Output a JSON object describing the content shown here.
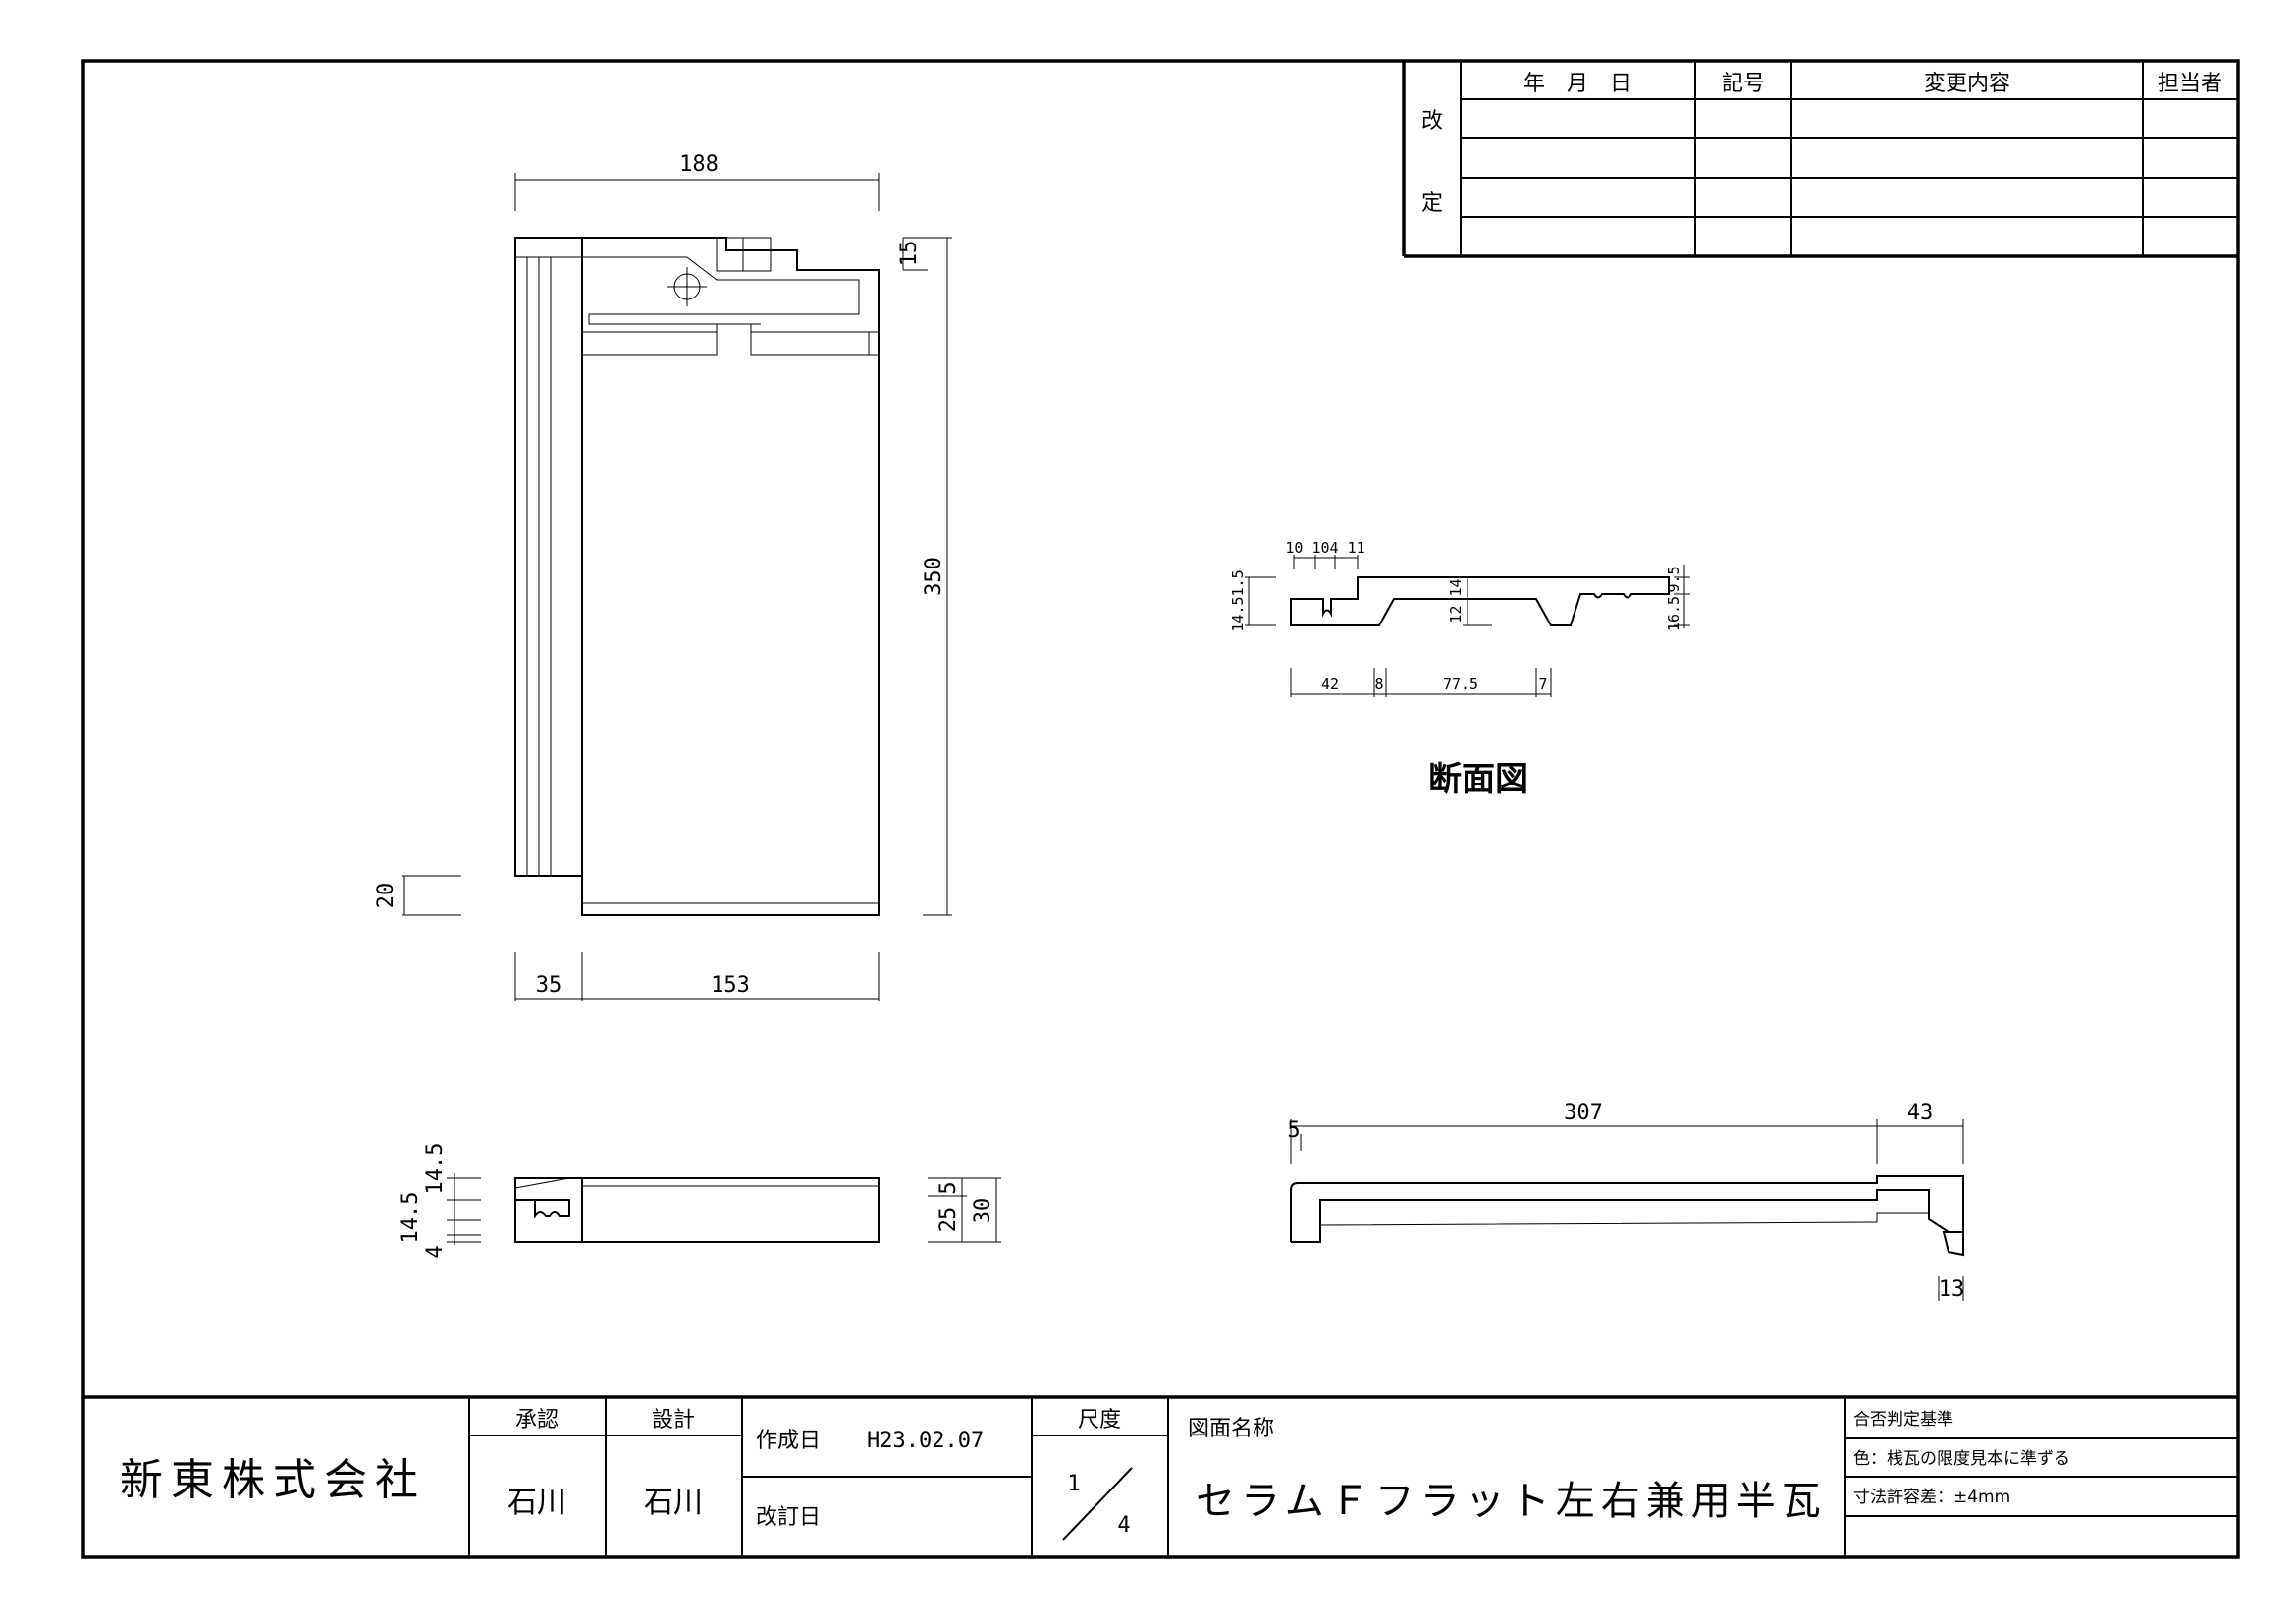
{
  "revision_table": {
    "side_label_top": "改",
    "side_label_bottom": "定",
    "headers": [
      "年　月　日",
      "記号",
      "変更内容",
      "担当者"
    ]
  },
  "drawing": {
    "plan_view": {
      "dim_total_width": "188",
      "dim_top_lug": "15",
      "dim_length": "350",
      "dim_bottom_step": "20",
      "dim_left_part": "35",
      "dim_right_part": "153"
    },
    "cross_section": {
      "caption": "断面図",
      "dim_top_small": "10 104 11",
      "dim_left_height": "14.51.5",
      "dim_mid_height": "12 14",
      "dim_right_top": "9.5",
      "dim_right_height": "16.5",
      "dim_bottom_42": "42",
      "dim_bottom_8": "8",
      "dim_bottom_775": "77.5",
      "dim_bottom_7": "7"
    },
    "end_view": {
      "dim_145_a": "14.5",
      "dim_145_b": "14.5",
      "dim_4": "4",
      "dim_25": "25",
      "dim_5": "5",
      "dim_30": "30"
    },
    "side_view": {
      "dim_5": "5",
      "dim_307": "307",
      "dim_43": "43",
      "dim_13": "13"
    }
  },
  "title_block": {
    "company": "新東株式会社",
    "approval_label": "承認",
    "approval_name": "石川",
    "design_label": "設計",
    "design_name": "石川",
    "created_label": "作成日",
    "created_date": "H23.02.07",
    "revised_label": "改訂日",
    "scale_label": "尺度",
    "scale_numerator": "1",
    "scale_denominator": "4",
    "drawing_name_label": "図面名称",
    "drawing_name": "セラムＦフラット左右兼用半瓦",
    "criteria_label": "合否判定基準",
    "criteria_color": "色：桟瓦の限度見本に準ずる",
    "criteria_tolerance": "寸法許容差：±4mm"
  }
}
